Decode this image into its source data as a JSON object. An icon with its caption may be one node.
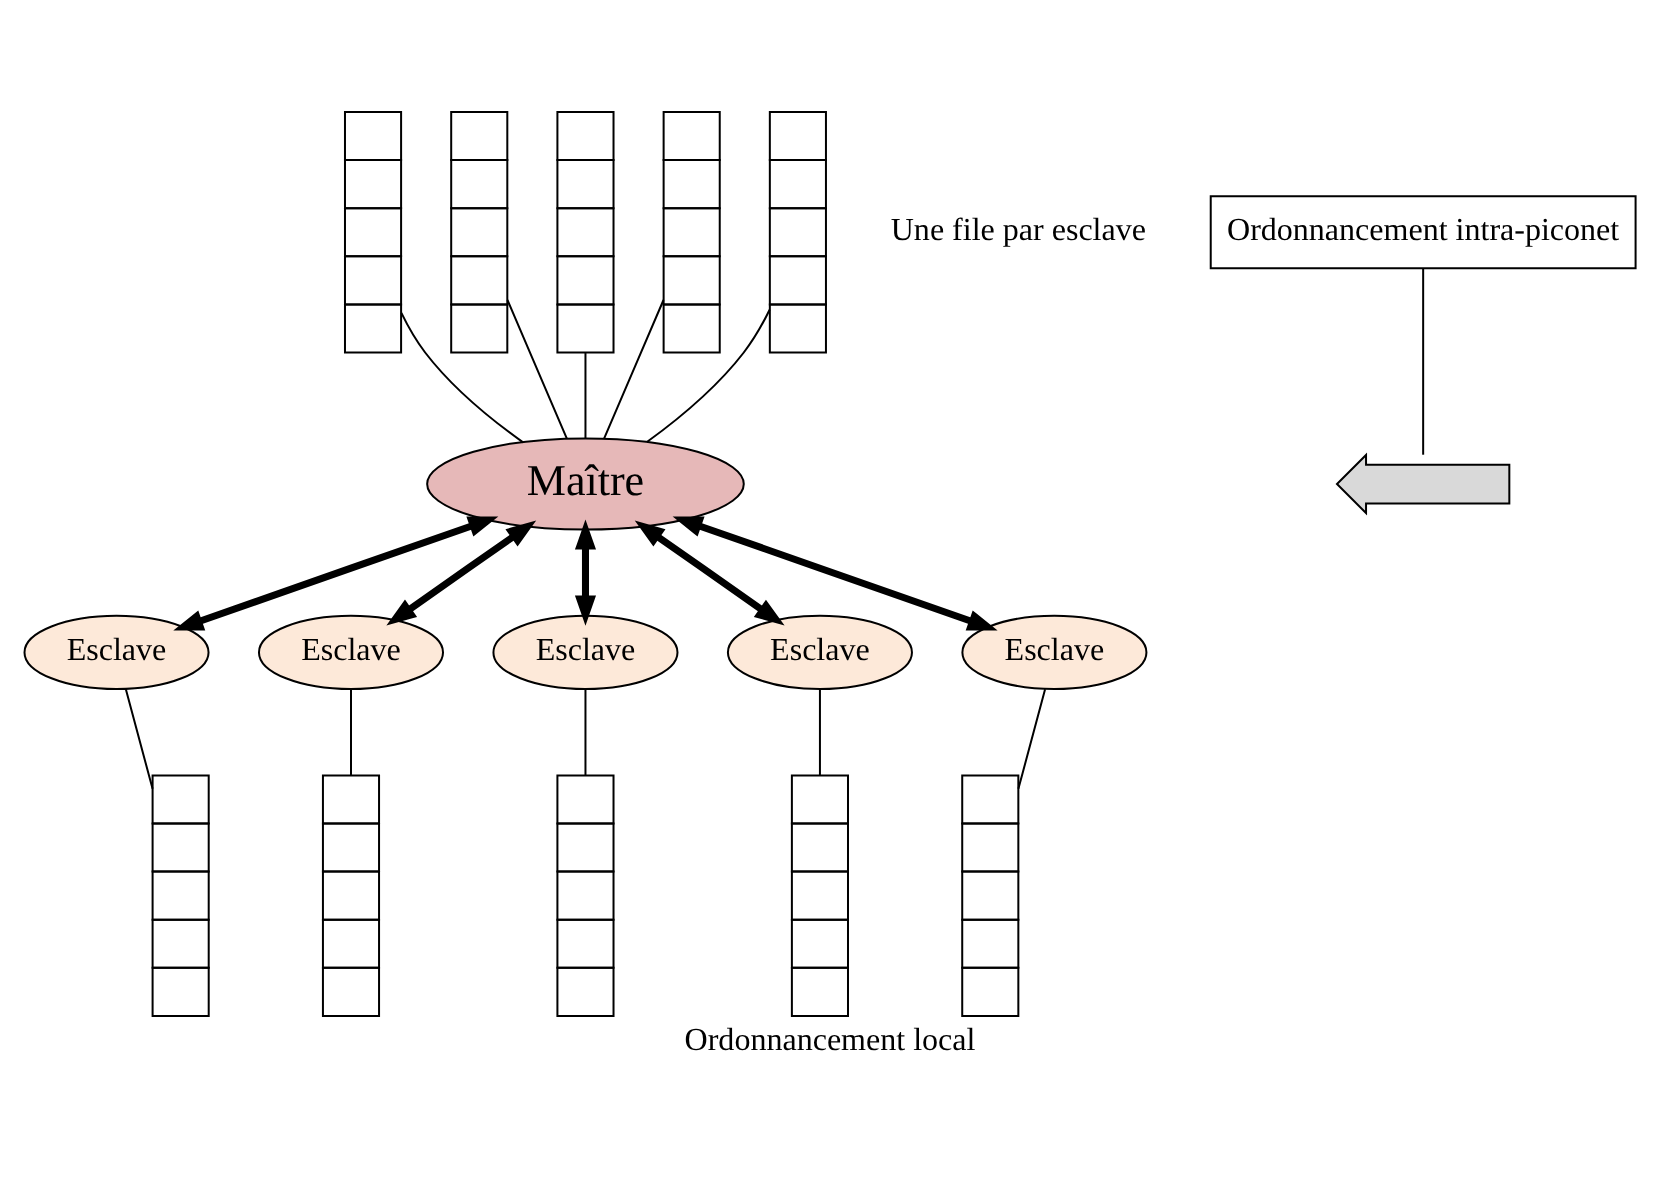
{
  "diagram": {
    "caption": "Ordonnancement local",
    "nodes": [
      {
        "text": [],
        "shape": "queue"
      },
      {
        "text": [],
        "shape": "queue"
      },
      {
        "text": [],
        "shape": "queue"
      },
      {
        "text": [],
        "shape": "queue"
      },
      {
        "text": [],
        "shape": "queue"
      },
      {
        "text": [
          "Maître"
        ]
      },
      {
        "text": [
          "Esclave"
        ]
      },
      {
        "text": [
          "Esclave"
        ]
      },
      {
        "text": [
          "Esclave"
        ]
      },
      {
        "text": [
          "Esclave"
        ]
      },
      {
        "text": [
          "Esclave"
        ]
      },
      {
        "text": [],
        "shape": "queue"
      },
      {
        "text": [],
        "shape": "queue"
      },
      {
        "text": [],
        "shape": "queue"
      },
      {
        "text": [],
        "shape": "queue"
      },
      {
        "text": [],
        "shape": "queue"
      },
      {
        "text": [
          "Ordonnancement intra-piconet"
        ]
      },
      {
        "text": [],
        "shape": "arrow"
      }
    ],
    "edges": [
      {
        "from": 0,
        "to": 5,
        "arrow": "none"
      },
      {
        "from": 1,
        "to": 5,
        "arrow": "none"
      },
      {
        "from": 2,
        "to": 5,
        "arrow": "none"
      },
      {
        "from": 3,
        "to": 5,
        "arrow": "none"
      },
      {
        "from": 4,
        "to": 5,
        "arrow": "none"
      },
      {
        "from": 5,
        "to": 6,
        "arrow": "both",
        "style": "thick"
      },
      {
        "from": 5,
        "to": 7,
        "arrow": "both",
        "style": "thick"
      },
      {
        "from": 5,
        "to": 8,
        "arrow": "both",
        "style": "thick"
      },
      {
        "from": 5,
        "to": 9,
        "arrow": "both",
        "style": "thick"
      },
      {
        "from": 5,
        "to": 10,
        "arrow": "both",
        "style": "thick"
      },
      {
        "from": 6,
        "to": 11,
        "arrow": "none"
      },
      {
        "from": 7,
        "to": 12,
        "arrow": "none"
      },
      {
        "from": 8,
        "to": 13,
        "arrow": "none"
      },
      {
        "from": 9,
        "to": 14,
        "arrow": "none"
      },
      {
        "from": 10,
        "to": 15,
        "arrow": "none"
      },
      {
        "from": 16,
        "to": 17,
        "arrow": "none"
      }
    ],
    "labels": [
      "Une file par esclave"
    ]
  }
}
